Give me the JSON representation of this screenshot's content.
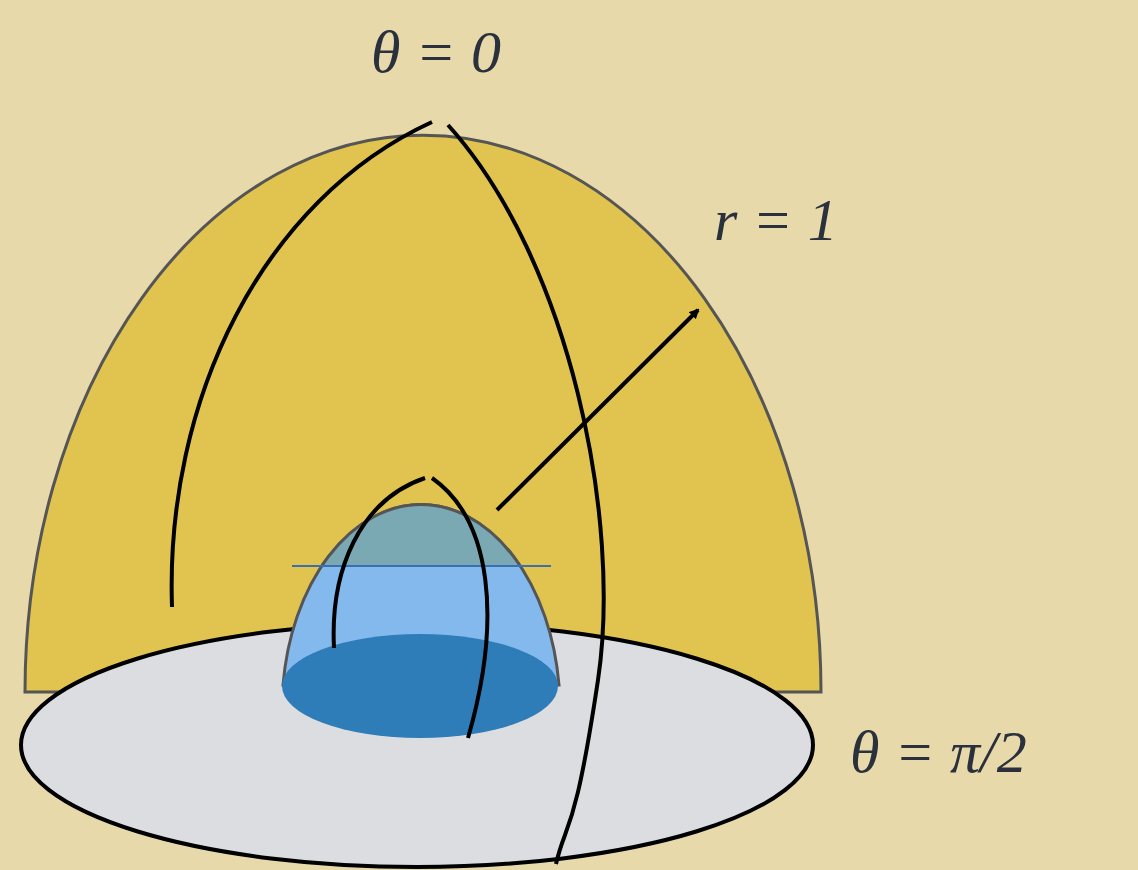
{
  "diagram": {
    "labels": [
      "θ = 0",
      "r = 1",
      "θ = π/2"
    ]
  }
}
